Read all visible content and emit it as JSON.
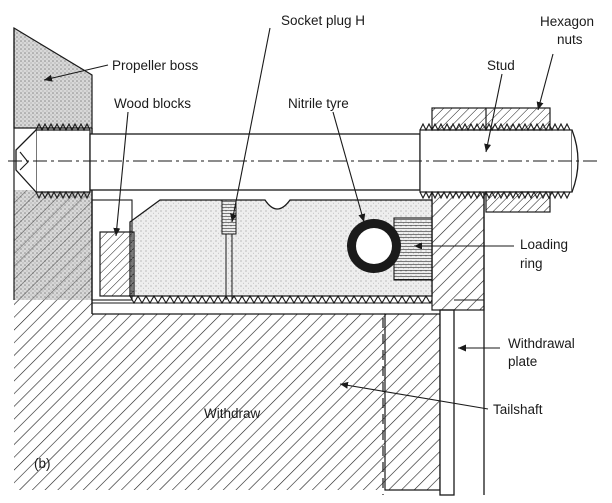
{
  "figure": {
    "sub_label": "(b)",
    "labels": {
      "propeller_boss": "Propeller boss",
      "socket_plug": "Socket plug H",
      "hexagon_nuts_1": "Hexagon",
      "hexagon_nuts_2": "nuts",
      "stud": "Stud",
      "wood_blocks": "Wood blocks",
      "nitrile_tyre": "Nitrile tyre",
      "loading_ring_1": "Loading",
      "loading_ring_2": "ring",
      "withdrawal_plate_1": "Withdrawal",
      "withdrawal_plate_2": "plate",
      "tailshaft": "Tailshaft",
      "withdraw": "Withdraw"
    }
  }
}
